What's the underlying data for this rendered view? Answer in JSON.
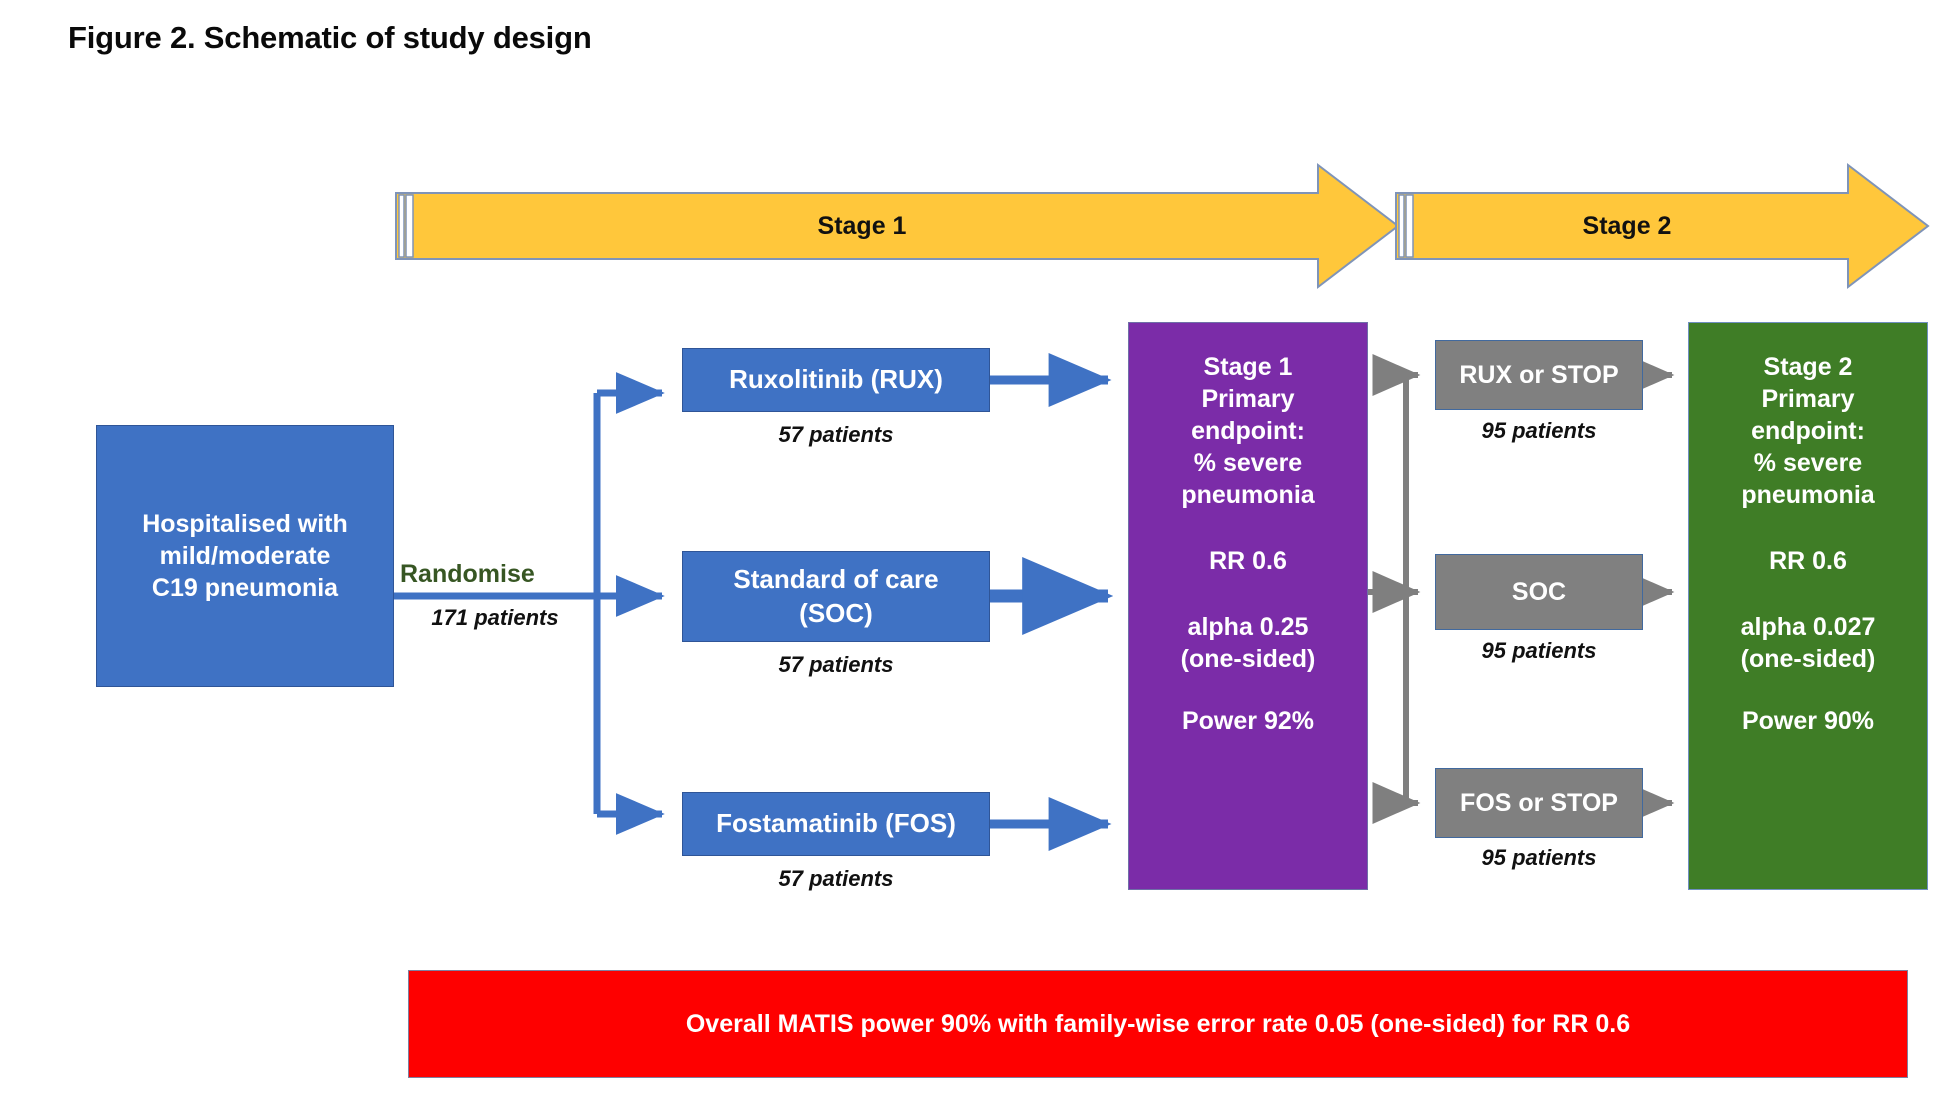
{
  "figure": {
    "title": "Figure 2. Schematic of study design"
  },
  "stages": [
    {
      "label": "Stage 1",
      "color": "#ffc73b"
    },
    {
      "label": "Stage 2",
      "color": "#ffc73b"
    }
  ],
  "population": {
    "label": "Hospitalised with\nmild/moderate\nC19 pneumonia",
    "color": "#3f72c4"
  },
  "randomisation": {
    "label": "Randomise",
    "label_color": "#375623",
    "count": "171 patients"
  },
  "stage1_arms": [
    {
      "name": "rux",
      "label": "Ruxolitinib (RUX)",
      "count": "57 patients",
      "color": "#3f72c4"
    },
    {
      "name": "soc",
      "label": "Standard of care\n(SOC)",
      "count": "57 patients",
      "color": "#3f72c4"
    },
    {
      "name": "fos",
      "label": "Fostamatinib (FOS)",
      "count": "57 patients",
      "color": "#3f72c4"
    }
  ],
  "stage1_endpoint": {
    "heading": "Stage 1\nPrimary\nendpoint:\n% severe\npneumonia",
    "rr": "RR 0.6",
    "alpha": "alpha 0.25\n(one-sided)",
    "power": "Power 92%",
    "color": "#7b2ca8"
  },
  "stage2_arms": [
    {
      "name": "rux-stop",
      "label": "RUX or STOP",
      "count": "95 patients",
      "color": "#808080"
    },
    {
      "name": "soc",
      "label": "SOC",
      "count": "95 patients",
      "color": "#808080"
    },
    {
      "name": "fos-stop",
      "label": "FOS or STOP",
      "count": "95 patients",
      "color": "#808080"
    }
  ],
  "stage2_endpoint": {
    "heading": "Stage 2\nPrimary\nendpoint:\n% severe\npneumonia",
    "rr": "RR 0.6",
    "alpha": "alpha 0.027\n(one-sided)",
    "power": "Power 90%",
    "color": "#3f7d26"
  },
  "overall_banner": {
    "text": "Overall MATIS power 90% with family-wise error rate 0.05 (one-sided) for RR 0.6",
    "color": "#fe0000"
  },
  "connector_colors": {
    "stage1": "#3f72c4",
    "stage2": "#7f7f7f"
  }
}
